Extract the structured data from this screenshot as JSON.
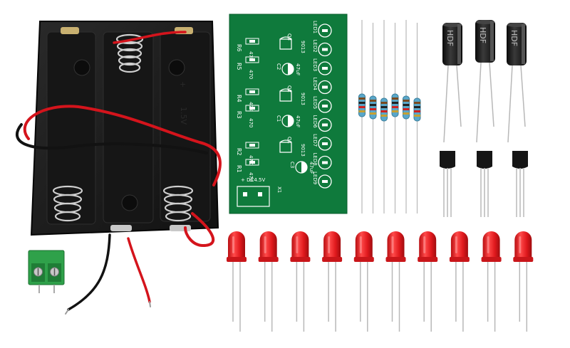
{
  "photo": {
    "battery_holder": {
      "case_label": "1.5V"
    },
    "pcb": {
      "resistor_labels": [
        "R6",
        "R5",
        "R4",
        "R3",
        "R2",
        "R1"
      ],
      "resistor_values": [
        "47K",
        "470",
        "47K",
        "470",
        "47K",
        "470"
      ],
      "transistor_labels": [
        "Q3",
        "Q2",
        "Q1"
      ],
      "transistor_part": "9013",
      "capacitor_labels": [
        "C2",
        "C1",
        "C3"
      ],
      "capacitor_value": "47uF",
      "led_labels": [
        "LED1",
        "LED2",
        "LED3",
        "LED4",
        "LED5",
        "LED6",
        "LED7",
        "LED8",
        "LED9"
      ],
      "power_label": "+ DC4.5V",
      "connector_label": "X1"
    },
    "capacitor_brand": "HDF",
    "counts": {
      "resistors": 6,
      "capacitors": 3,
      "transistors": 3,
      "leds": 10
    },
    "colors": {
      "pcb": "#0f7a3c",
      "pcb_text": "#ffffff",
      "led": "#e0191d",
      "terminal_block": "#2fa14a",
      "wire_red": "#d4141c",
      "wire_black": "#121212",
      "holder": "#1b1b1b"
    }
  }
}
